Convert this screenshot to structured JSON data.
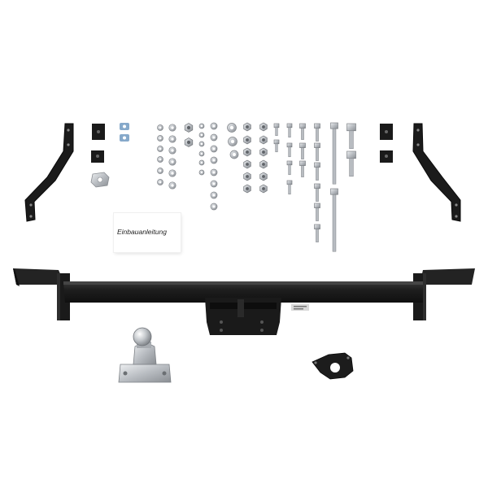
{
  "manual": {
    "label": "Einbauanleitung"
  },
  "colors": {
    "background": "#ffffff",
    "steel_black": "#1c1c1c",
    "zinc": "#c9ccd0",
    "zinc_dark": "#8d9196",
    "washer_blue": "#7fa4c6"
  },
  "parts": [
    "crossbar",
    "left-side-bracket",
    "right-side-bracket",
    "tow-ball",
    "socket-plate",
    "spacer-plates",
    "fastener-set",
    "installation-manual"
  ]
}
